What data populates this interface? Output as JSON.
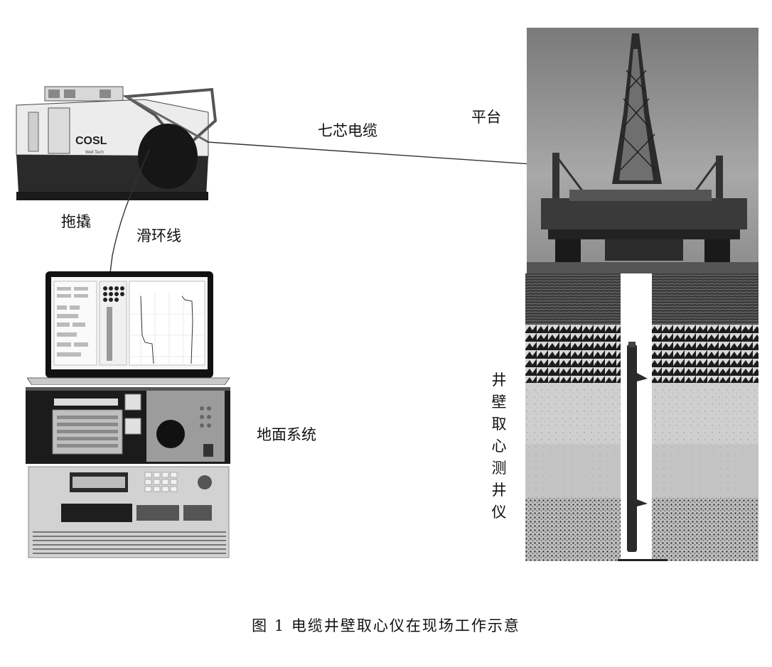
{
  "labels": {
    "skid": "拖撬",
    "slip_ring": "滑环线",
    "cable": "七芯电缆",
    "platform": "平台",
    "surface_system": "地面系统",
    "tool": "井壁取心测井仪"
  },
  "skid_brand": "COSL",
  "caption": "图 1   电缆井壁取心仪在现场工作示意"
}
